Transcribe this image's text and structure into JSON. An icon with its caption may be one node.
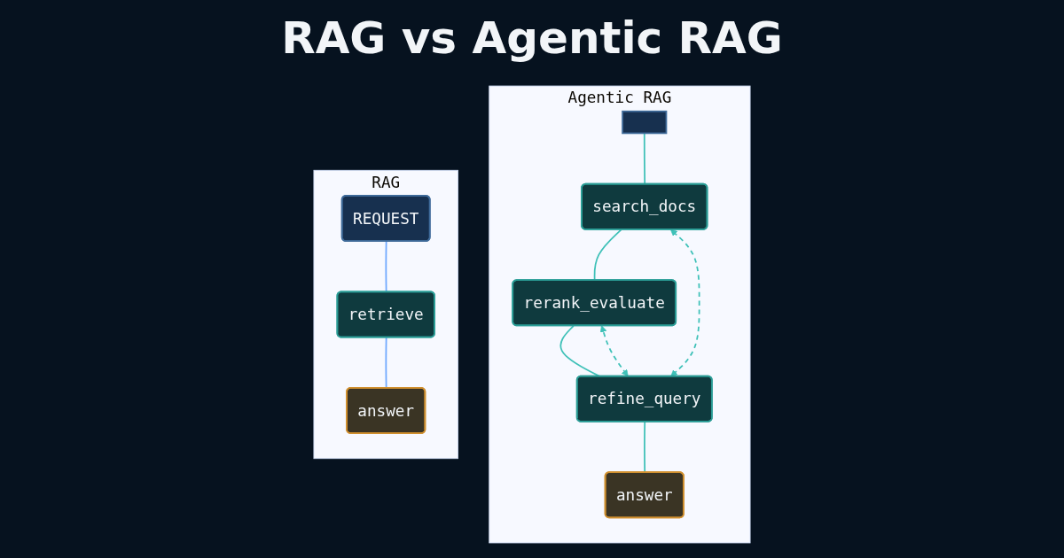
{
  "diagram": {
    "title": "RAG vs Agentic RAG",
    "nodes": [
      {
        "text": [
          "RAG"
        ]
      },
      {
        "text": [
          "REQUEST"
        ],
        "in": 0
      },
      {
        "text": [
          "retrieve"
        ],
        "in": 0
      },
      {
        "text": [
          "answer"
        ],
        "in": 0
      },
      {
        "text": [
          "Agentic RAG"
        ]
      },
      {
        "text": [],
        "shape": "box",
        "in": 4
      },
      {
        "text": [
          "search_docs"
        ],
        "in": 4
      },
      {
        "text": [
          "rerank_evaluate"
        ],
        "in": 4
      },
      {
        "text": [
          "refine_query"
        ],
        "in": 4
      },
      {
        "text": [
          "answer"
        ],
        "in": 4
      }
    ],
    "edges": [
      {
        "from": 1,
        "to": 2,
        "arrow": "none",
        "color": "#6ea8ff"
      },
      {
        "from": 2,
        "to": 3,
        "arrow": "none",
        "color": "#6ea8ff"
      },
      {
        "from": 5,
        "to": 6,
        "arrow": "none"
      },
      {
        "from": 6,
        "to": 7,
        "arrow": "none"
      },
      {
        "from": 7,
        "to": 8,
        "arrow": "none"
      },
      {
        "from": 8,
        "to": 9,
        "arrow": "none"
      },
      {
        "from": 8,
        "to": 6,
        "arrow": "both",
        "style": "dashed"
      },
      {
        "from": 8,
        "to": 7,
        "arrow": "both",
        "style": "dashed"
      }
    ]
  }
}
